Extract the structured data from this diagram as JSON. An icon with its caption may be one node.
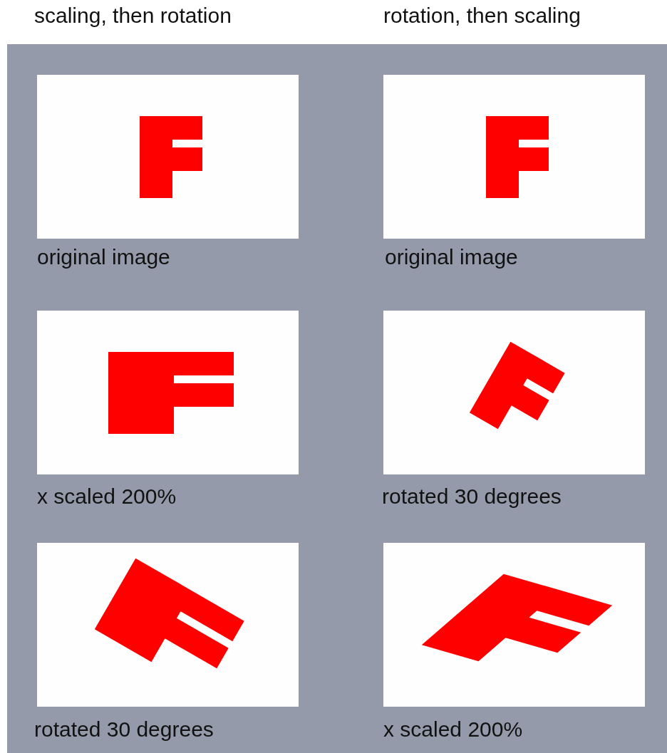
{
  "diagram": {
    "labels": [
      "scaling, then rotation",
      "rotation, then scaling",
      "original image",
      "original image",
      "x scaled 200%",
      "rotated 30 degrees",
      "rotated 30 degrees",
      "x scaled 200%"
    ]
  }
}
